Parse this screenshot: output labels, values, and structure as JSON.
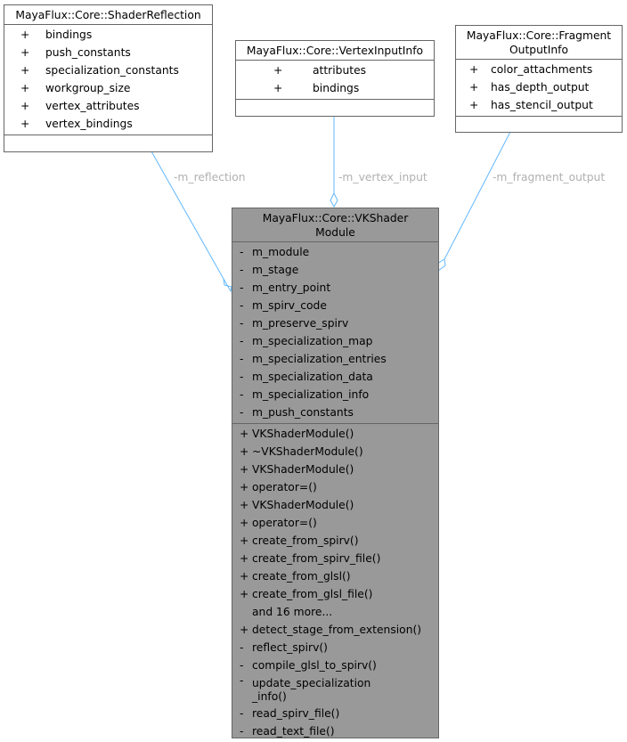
{
  "colors": {
    "edge": "#63b8ff",
    "main_fill": "#999999",
    "label": "#b0b0b0"
  },
  "classes": {
    "shader_reflection": {
      "title": "MayaFlux::Core::ShaderReflection",
      "attributes": [
        {
          "v": "+",
          "name": "bindings"
        },
        {
          "v": "+",
          "name": "push_constants"
        },
        {
          "v": "+",
          "name": "specialization_constants"
        },
        {
          "v": "+",
          "name": "workgroup_size"
        },
        {
          "v": "+",
          "name": "vertex_attributes"
        },
        {
          "v": "+",
          "name": "vertex_bindings"
        }
      ],
      "methods": []
    },
    "vertex_input_info": {
      "title": "MayaFlux::Core::VertexInputInfo",
      "attributes": [
        {
          "v": "+",
          "name": "attributes"
        },
        {
          "v": "+",
          "name": "bindings"
        }
      ],
      "methods": []
    },
    "fragment_output_info": {
      "title": "MayaFlux::Core::Fragment\nOutputInfo",
      "attributes": [
        {
          "v": "+",
          "name": "color_attachments"
        },
        {
          "v": "+",
          "name": "has_depth_output"
        },
        {
          "v": "+",
          "name": "has_stencil_output"
        }
      ],
      "methods": []
    },
    "vk_shader_module": {
      "title": "MayaFlux::Core::VKShader\nModule",
      "attributes": [
        {
          "v": "-",
          "name": "m_module"
        },
        {
          "v": "-",
          "name": "m_stage"
        },
        {
          "v": "-",
          "name": "m_entry_point"
        },
        {
          "v": "-",
          "name": "m_spirv_code"
        },
        {
          "v": "-",
          "name": "m_preserve_spirv"
        },
        {
          "v": "-",
          "name": "m_specialization_map"
        },
        {
          "v": "-",
          "name": "m_specialization_entries"
        },
        {
          "v": "-",
          "name": "m_specialization_data"
        },
        {
          "v": "-",
          "name": "m_specialization_info"
        },
        {
          "v": "-",
          "name": "m_push_constants"
        }
      ],
      "methods": [
        {
          "v": "+",
          "name": "VKShaderModule()"
        },
        {
          "v": "+",
          "name": "~VKShaderModule()"
        },
        {
          "v": "+",
          "name": "VKShaderModule()"
        },
        {
          "v": "+",
          "name": "operator=()"
        },
        {
          "v": "+",
          "name": "VKShaderModule()"
        },
        {
          "v": "+",
          "name": "operator=()"
        },
        {
          "v": "+",
          "name": "create_from_spirv()"
        },
        {
          "v": "+",
          "name": "create_from_spirv_file()"
        },
        {
          "v": "+",
          "name": "create_from_glsl()"
        },
        {
          "v": "+",
          "name": "create_from_glsl_file()"
        },
        {
          "v": "",
          "name": "and 16 more..."
        },
        {
          "v": "+",
          "name": "detect_stage_from_extension()"
        },
        {
          "v": "-",
          "name": "reflect_spirv()"
        },
        {
          "v": "-",
          "name": "compile_glsl_to_spirv()"
        },
        {
          "v": "-",
          "name": "update_specialization\n_info()"
        },
        {
          "v": "-",
          "name": "read_spirv_file()"
        },
        {
          "v": "-",
          "name": "read_text_file()"
        }
      ]
    }
  },
  "edges": [
    {
      "from": "shader_reflection",
      "to": "vk_shader_module",
      "label": "-m_reflection"
    },
    {
      "from": "vertex_input_info",
      "to": "vk_shader_module",
      "label": "-m_vertex_input"
    },
    {
      "from": "fragment_output_info",
      "to": "vk_shader_module",
      "label": "-m_fragment_output"
    }
  ]
}
